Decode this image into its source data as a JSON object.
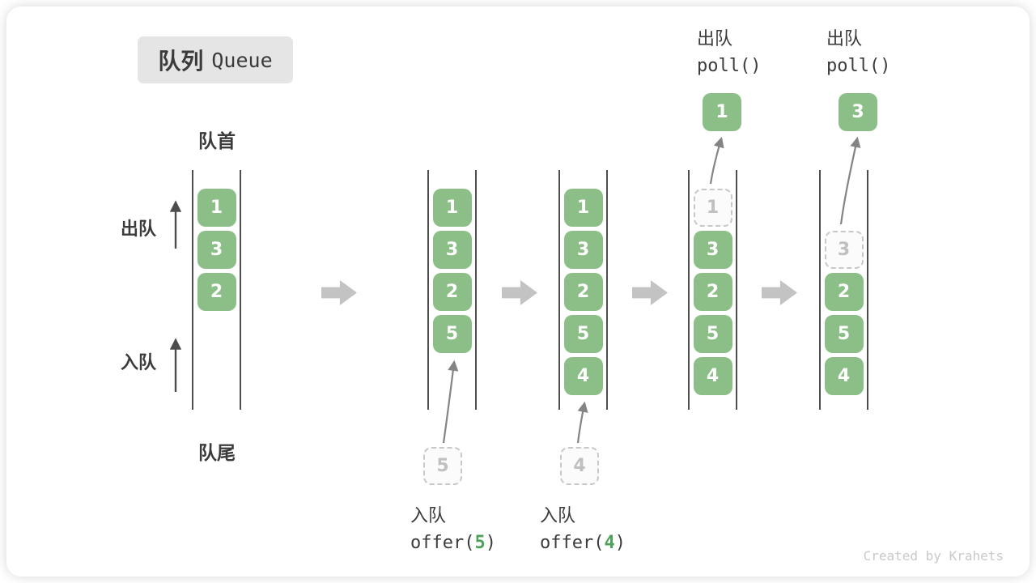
{
  "title": {
    "zh": "队列",
    "en": "Queue"
  },
  "labels": {
    "front": "队首",
    "rear": "队尾",
    "dequeue": "出队",
    "enqueue": "入队"
  },
  "columns": {
    "col1": {
      "slot0": "1",
      "slot1": "3",
      "slot2": "2"
    },
    "col2": {
      "slot0": "1",
      "slot1": "3",
      "slot2": "2",
      "slot3": "5",
      "incoming": "5"
    },
    "col3": {
      "slot0": "1",
      "slot1": "3",
      "slot2": "2",
      "slot3": "5",
      "slot4": "4",
      "incoming": "4"
    },
    "col4": {
      "slot0": "1",
      "slot1": "3",
      "slot2": "2",
      "slot3": "5",
      "slot4": "4",
      "popped": "1"
    },
    "col5": {
      "slot1": "3",
      "slot2": "2",
      "slot3": "5",
      "slot4": "4",
      "popped": "3"
    }
  },
  "operations": {
    "enqueue5": {
      "action": "入队",
      "fn": "offer(",
      "arg": "5",
      "close": ")"
    },
    "enqueue4": {
      "action": "入队",
      "fn": "offer(",
      "arg": "4",
      "close": ")"
    },
    "poll1": {
      "action": "出队",
      "code": "poll()"
    },
    "poll2": {
      "action": "出队",
      "code": "poll()"
    }
  },
  "footer": {
    "credit": "Created by Krahets"
  },
  "colors": {
    "element_green": "#8cbf87",
    "arg_green": "#4ea15a",
    "block_arrow_gray": "#c3c3c3",
    "dashed_border": "#c8c8c8",
    "rail_dark": "#4d4d4d",
    "title_bg": "#e5e5e5"
  }
}
